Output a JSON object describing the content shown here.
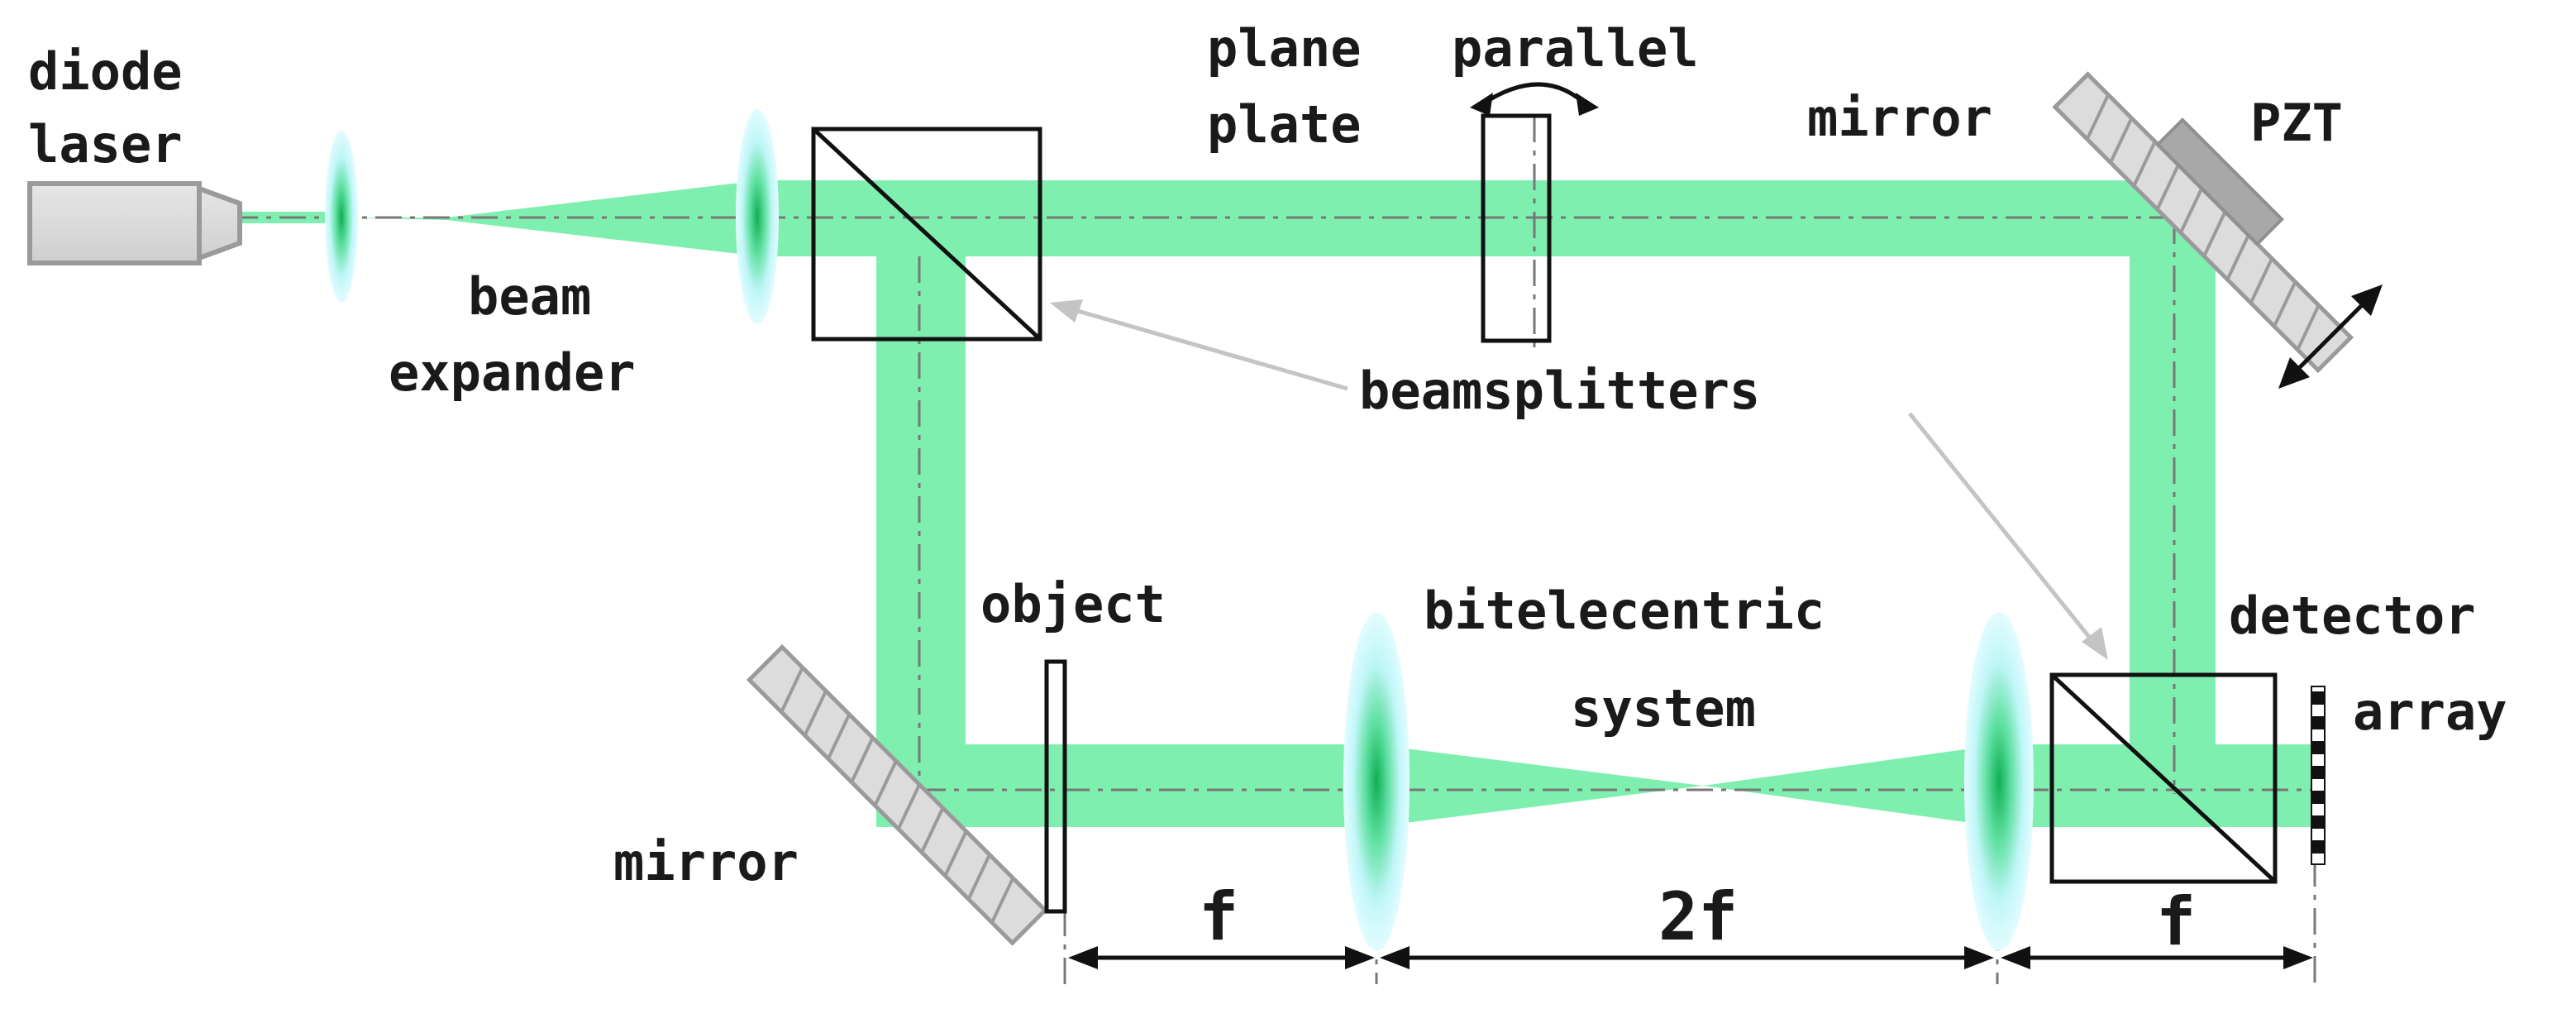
{
  "labels": {
    "diode_laser_line1": "diode",
    "diode_laser_line2": "laser",
    "beam_expander_line1": "beam",
    "beam_expander_line2": "expander",
    "plane_parallel_line1": "plane",
    "plane_parallel_line1b": "parallel",
    "plane_parallel_line2": "plate",
    "mirror_top": "mirror",
    "pzt": "PZT",
    "beamsplitters": "beamsplitters",
    "object": "object",
    "bitelecentric_line1": "bitelecentric",
    "bitelecentric_line2": "system",
    "detector_line1": "detector",
    "detector_line2": "array",
    "mirror_bottom": "mirror"
  },
  "dimensions": {
    "f_left": "f",
    "two_f": "2f",
    "f_right": "f"
  },
  "colors": {
    "beam": "#7fefb0",
    "lens_glow": "#d8fbff",
    "lens_core": "#1fbf6a",
    "component_fill": "#dcdcdc",
    "component_edge": "#9a9a9a",
    "line": "#111111"
  }
}
